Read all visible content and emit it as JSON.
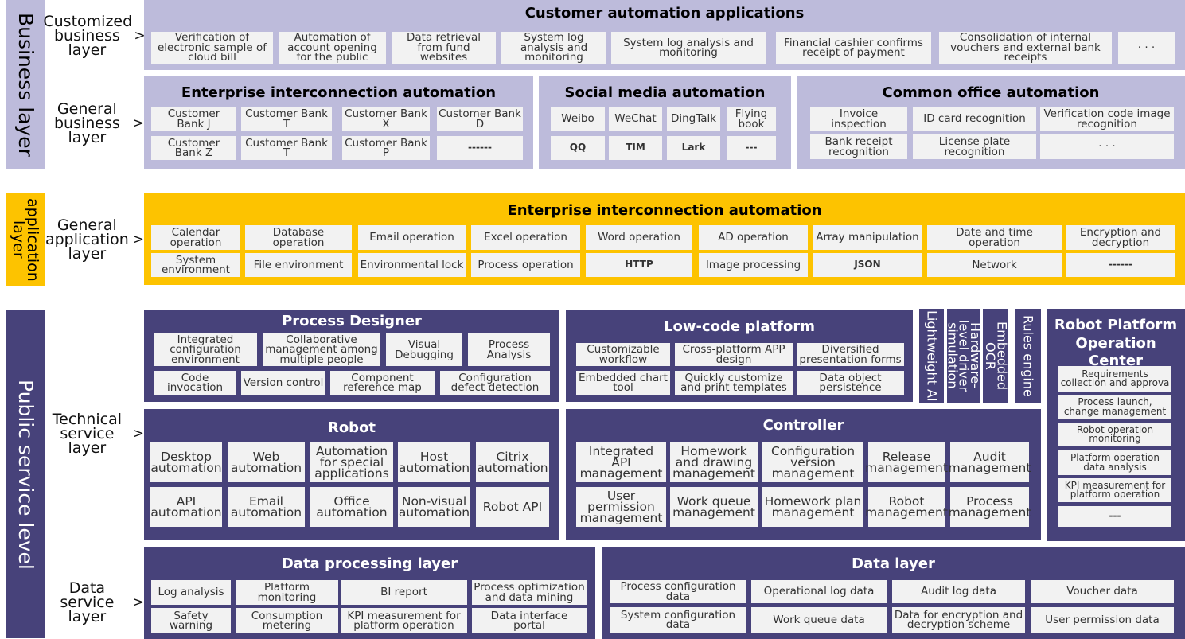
{
  "colors": {
    "business": "#bdbbdb",
    "application": "#fdc300",
    "public": "#47427a",
    "item": "#f2f2f2"
  },
  "levels": {
    "business": "Business layer",
    "application": "application layer",
    "public": "Public service level"
  },
  "side_labels": {
    "customized": "Customized business layer",
    "general_business": "General business layer",
    "general_application": "General application layer",
    "technical": "Technical service layer",
    "data": "Data service layer",
    "chevron": ">"
  },
  "panels": {
    "customer_apps": {
      "title": "Customer automation applications",
      "rows": [
        [
          "Verification of electronic sample of cloud bill",
          "Automation of account opening for the public",
          "Data retrieval from fund websites",
          "System log analysis and monitoring",
          "System log analysis and monitoring",
          "Financial cashier confirms receipt of payment",
          "Consolidation of internal vouchers and external bank receipts",
          "· · ·"
        ]
      ]
    },
    "enterprise_business": {
      "title": "Enterprise interconnection automation",
      "rows": [
        [
          "Customer Bank J",
          "Customer Bank T",
          "Customer Bank X",
          "Customer Bank D"
        ],
        [
          "Customer Bank Z",
          "Customer Bank T",
          "Customer Bank P",
          "------"
        ]
      ]
    },
    "social_media": {
      "title": "Social media automation",
      "rows": [
        [
          "Weibo",
          "WeChat",
          "DingTalk",
          "Flying book"
        ],
        [
          "QQ",
          "TIM",
          "Lark",
          "---"
        ]
      ]
    },
    "office": {
      "title": "Common office automation",
      "rows": [
        [
          "Invoice inspection",
          "ID card recognition",
          "Verification code image recognition"
        ],
        [
          "Bank receipt recognition",
          "License plate recognition",
          "· · ·"
        ]
      ]
    },
    "enterprise_application": {
      "title": "Enterprise interconnection automation",
      "rows": [
        [
          "Calendar operation",
          "Database operation",
          "Email operation",
          "Excel operation",
          "Word operation",
          "AD operation",
          "Array manipulation",
          "Date and time operation",
          "Encryption and decryption"
        ],
        [
          "System environment",
          "File environment",
          "Environmental lock",
          "Process operation",
          "HTTP",
          "Image processing",
          "JSON",
          "Network",
          "------"
        ]
      ]
    },
    "process_designer": {
      "title": "Process Designer",
      "rows": [
        [
          "Integrated configuration environment",
          "Collaborative management among multiple people",
          "Visual Debugging",
          "Process Analysis"
        ],
        [
          "Code invocation",
          "Version control",
          "Component reference map",
          "Configuration defect detection"
        ]
      ]
    },
    "low_code": {
      "title": "Low-code platform",
      "rows": [
        [
          "Customizable workflow",
          "Cross-platform APP design",
          "Diversified presentation forms"
        ],
        [
          "Embedded chart tool",
          "Quickly customize and print templates",
          "Data object persistence"
        ]
      ]
    },
    "robot": {
      "title": "Robot",
      "rows": [
        [
          "Desktop automation",
          "Web automation",
          "Automation for special applications",
          "Host automation",
          "Citrix automation"
        ],
        [
          "API automation",
          "Email automation",
          "Office automation",
          "Non-visual automation",
          "Robot API"
        ]
      ]
    },
    "controller": {
      "title": "Controller",
      "rows": [
        [
          "Integrated API management",
          "Homework and drawing management",
          "Configuration version management",
          "Release management",
          "Audit management"
        ],
        [
          "User permission management",
          "Work queue management",
          "Homework plan management",
          "Robot management",
          "Process management"
        ]
      ]
    },
    "operation_center": {
      "title": "Robot Platform Operation Center",
      "rows": [
        [
          "Requirements collection and approva"
        ],
        [
          "Process launch, change management"
        ],
        [
          "Robot operation monitoring"
        ],
        [
          "Platform operation data analysis"
        ],
        [
          "KPI measurement for platform operation"
        ],
        [
          "---"
        ]
      ]
    },
    "data_processing": {
      "title": "Data processing layer",
      "rows": [
        [
          "Log analysis",
          "Platform monitoring",
          "BI report",
          "Process optimization and data mining"
        ],
        [
          "Safety warning",
          "Consumption metering",
          "KPI measurement for platform operation",
          "Data interface portal"
        ]
      ]
    },
    "data_layer": {
      "title": "Data layer",
      "rows": [
        [
          "Process configuration data",
          "Operational log data",
          "Audit log data",
          "Voucher data"
        ],
        [
          "System configuration data",
          "Work queue data",
          "Data for encryption and decryption scheme",
          "User permission data"
        ]
      ]
    }
  },
  "vertical_modules": [
    "Lightweight AI",
    "Hardware-level driver simulation",
    "Embedded OCR",
    "Rules engine"
  ]
}
